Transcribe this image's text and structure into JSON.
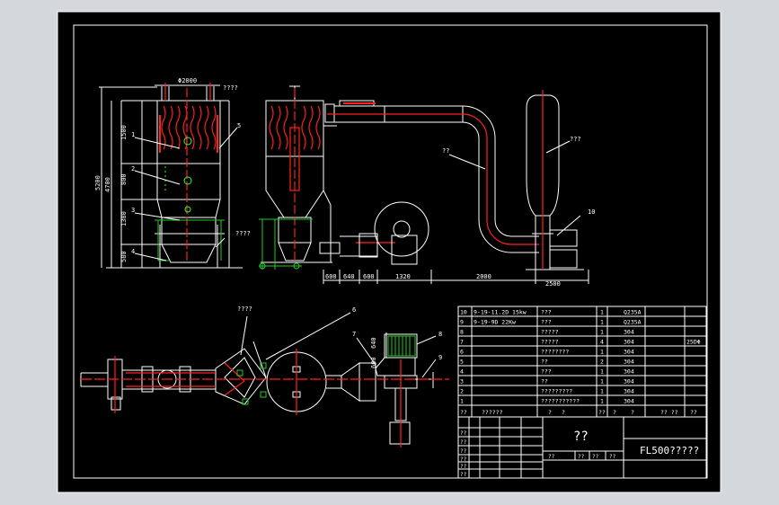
{
  "colors": {
    "background": "#000000",
    "line": "#ffffff",
    "accent": "#ff2020",
    "green": "#22cc22",
    "cyan": "#33ffff",
    "outer": "#d4d7dc"
  },
  "dimensions": {
    "dia": "Φ2000",
    "note_top": "????",
    "h5200": "5200",
    "h4700": "4700",
    "h1500": "1500",
    "h800": "800",
    "h1380": "1380",
    "h580": "580",
    "d600a": "600",
    "d640": "640",
    "d600b": "600",
    "d1320": "1320",
    "d2000": "2000",
    "d2500": "2500",
    "note_right": "????",
    "note_plan": "????",
    "v600": "600",
    "v640": "640"
  },
  "callouts": [
    "1",
    "2",
    "3",
    "4",
    "5",
    "??",
    "10",
    "???",
    "6",
    "7",
    "8",
    "9"
  ],
  "bom": {
    "rows": [
      {
        "no": "10",
        "desc": "9-19-11.2D 15kw",
        "name": "???",
        "qty": "1",
        "mat": "Q235A",
        "note": ""
      },
      {
        "no": "9",
        "desc": "9-19-9D 22Kw",
        "name": "???",
        "qty": "1",
        "mat": "Q235A",
        "note": ""
      },
      {
        "no": "8",
        "desc": "",
        "name": "?????",
        "qty": "1",
        "mat": "304",
        "note": ""
      },
      {
        "no": "7",
        "desc": "",
        "name": "?????",
        "qty": "4",
        "mat": "304",
        "note": "25DΦ"
      },
      {
        "no": "6",
        "desc": "",
        "name": "????????",
        "qty": "1",
        "mat": "304",
        "note": ""
      },
      {
        "no": "5",
        "desc": "",
        "name": "??",
        "qty": "2",
        "mat": "304",
        "note": ""
      },
      {
        "no": "4",
        "desc": "",
        "name": "???",
        "qty": "1",
        "mat": "304",
        "note": ""
      },
      {
        "no": "3",
        "desc": "",
        "name": "??",
        "qty": "1",
        "mat": "304",
        "note": ""
      },
      {
        "no": "2",
        "desc": "",
        "name": "?????????",
        "qty": "1",
        "mat": "304",
        "note": ""
      },
      {
        "no": "1",
        "desc": "",
        "name": "???????????",
        "qty": "1",
        "mat": "304",
        "note": ""
      }
    ],
    "header": {
      "no": "??",
      "desc": "??????",
      "name": "?",
      "name2": "?",
      "qty": "??",
      "mat": "?",
      "mat2": "?",
      "note": "?? ??",
      "note2": "??"
    }
  },
  "title_block": {
    "main": "??",
    "drawing_name": "FL500?????",
    "sub_labels": [
      "??",
      "??",
      "??",
      "??"
    ],
    "left_marks": [
      "??",
      "??",
      "??",
      "??",
      "??",
      "??"
    ]
  }
}
